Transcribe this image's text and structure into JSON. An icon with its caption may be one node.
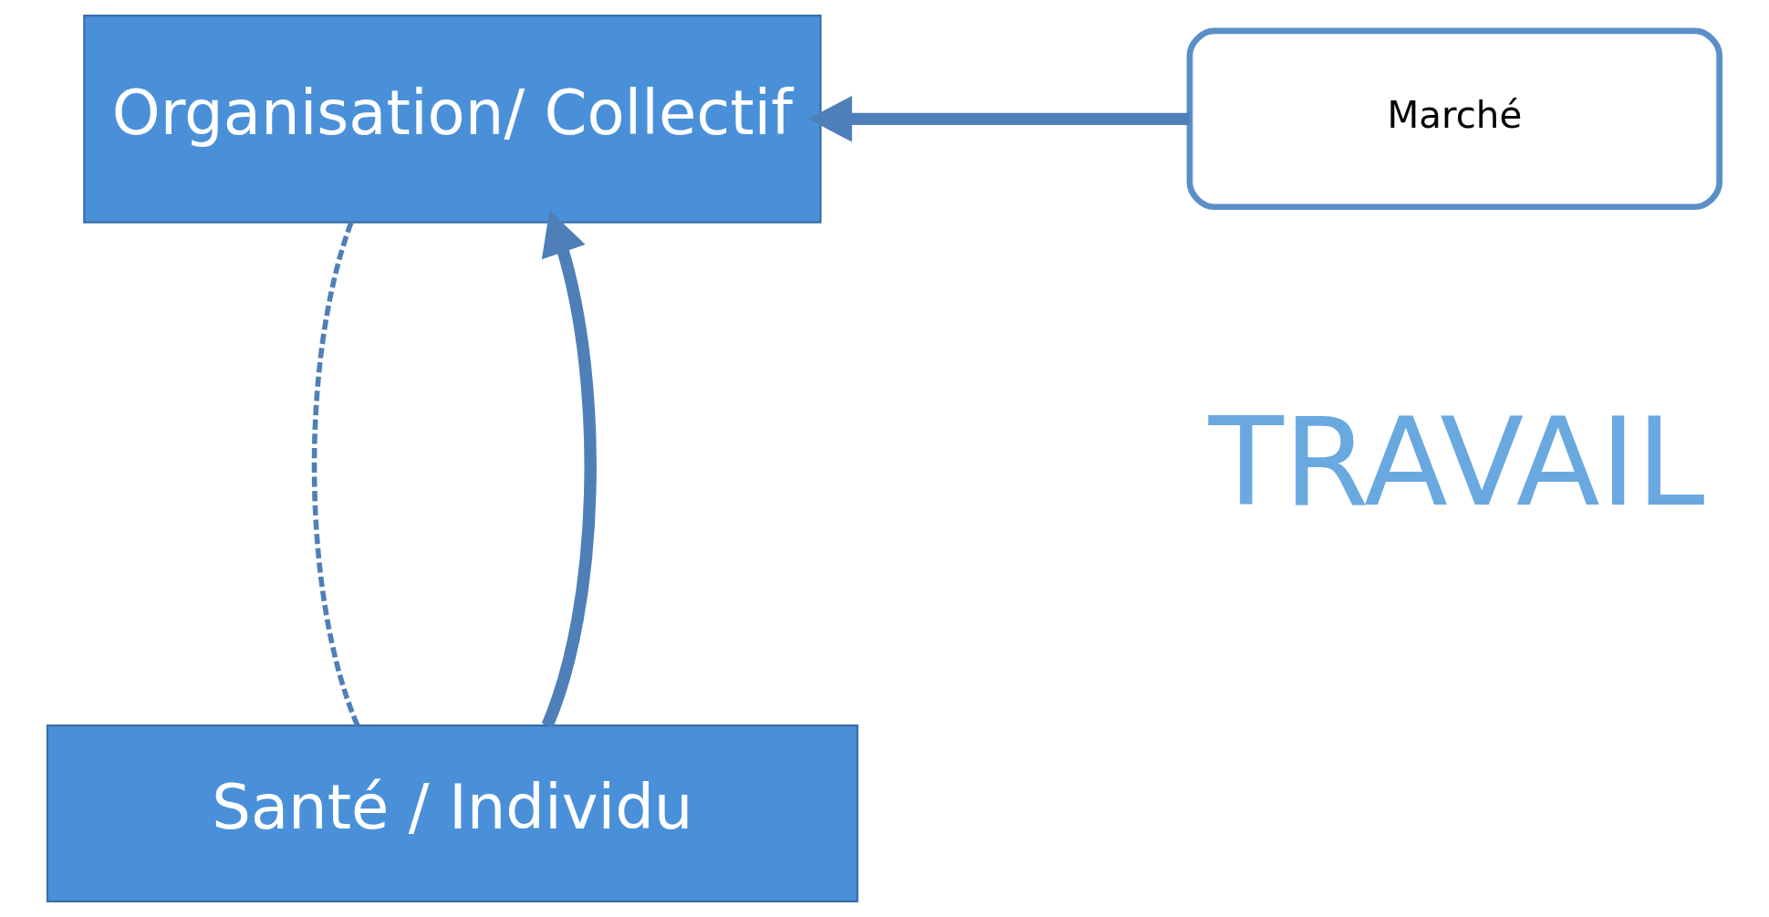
{
  "diagram": {
    "nodes": [
      {
        "text": [
          "Organisation/ Collectif"
        ]
      },
      {
        "text": [
          "Marché"
        ]
      },
      {
        "text": [
          "Santé / Individu"
        ]
      }
    ],
    "edges": [
      {
        "from": 1,
        "to": 0,
        "arrow": "to"
      },
      {
        "from": 2,
        "to": 0,
        "arrow": "to"
      },
      {
        "from": 0,
        "to": 2,
        "arrow": "none",
        "style": "dashed"
      }
    ],
    "labels": [
      "TRAVAIL"
    ]
  }
}
